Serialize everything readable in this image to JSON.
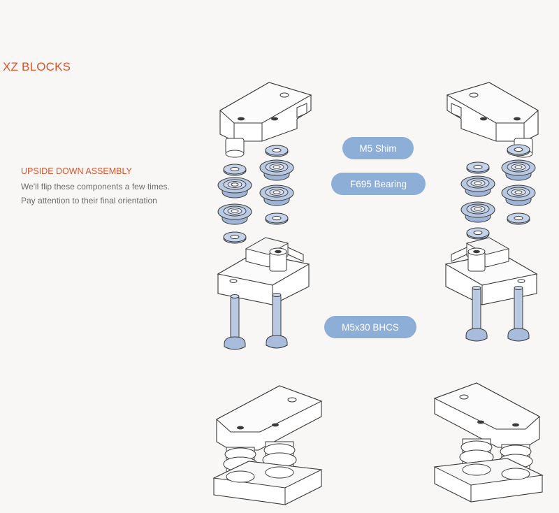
{
  "section": {
    "title": "XZ BLOCKS"
  },
  "note": {
    "heading": "UPSIDE DOWN ASSEMBLY",
    "lines": [
      "We'll flip these components a few times.",
      "Pay attention to their final orientation"
    ]
  },
  "callouts": {
    "shim": "M5 Shim",
    "bearing": "F695 Bearing",
    "bolt": "M5x30 BHCS"
  },
  "colors": {
    "accent": "#d9552b",
    "callout": "#8daed6",
    "part_highlight": "#b9c9e2",
    "outline": "#3a3a3a"
  }
}
